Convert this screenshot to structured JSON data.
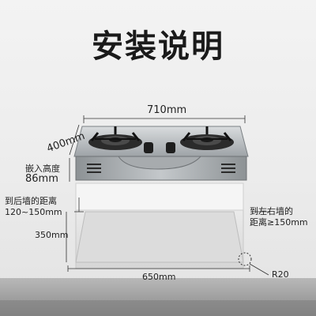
{
  "title": "安装说明",
  "dimensions": {
    "width_top": "710mm",
    "depth": "400mm",
    "embed_height_label": "嵌入高度",
    "embed_height_value": "86mm",
    "rear_wall_label": "到后墙的距离",
    "rear_wall_value": "120~150mm",
    "cutout_depth": "350mm",
    "cutout_width": "650mm",
    "side_wall_label": "到左右墙的",
    "side_wall_value": "距离≥150mm",
    "corner_radius": "R20"
  },
  "colors": {
    "steel": "#b8bcbf",
    "dark": "#1a1a1a",
    "cabinet": "#e6e6e6"
  }
}
